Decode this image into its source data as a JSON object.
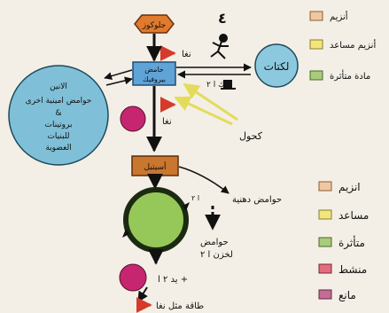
{
  "diagram": {
    "number": "٤",
    "glucose": "جلوكوز",
    "pyruvic_acid": [
      "حامض",
      "بيروفيك"
    ],
    "lactate": "لكتات",
    "nad": "نغا",
    "nadh2_a": "ك ا ٢",
    "nadh2_b": "يد ٢ ا +",
    "alcohol": "كحول",
    "acetyl": "أسيتيل",
    "fatty_acids": "حوامض دهنية",
    "fatty_acids_store": [
      "حوامض",
      "لخزن ا ٢"
    ],
    "left_circle": [
      "الانين",
      "حوامض امينية اخرى",
      "&",
      "بروتينات",
      "للبنيات",
      "العضوية"
    ],
    "nad_bottom": "طاقة مثل نغا",
    "co2": "ا ٢",
    "plus": "+",
    "sum": "٢ ا"
  },
  "legend_top": {
    "items": [
      {
        "label": "أنزيم",
        "color": "#f1c7a3"
      },
      {
        "label": "أنزيم مساعد",
        "color": "#f2e57b"
      },
      {
        "label": "مادة متأثرة",
        "color": "#a9cb7c"
      }
    ]
  },
  "legend_bottom": {
    "items": [
      {
        "label": "انزيم",
        "color": "#f1c7a3"
      },
      {
        "label": "مساعد",
        "color": "#f2e57b"
      },
      {
        "label": "متأثرة",
        "color": "#a9cb7c"
      },
      {
        "label": "منشط",
        "color": "#e36d7e"
      },
      {
        "label": "مانع",
        "color": "#c46b96"
      }
    ]
  },
  "colors": {
    "glucose_fill": "#e07a2c",
    "pyruvic_fill": "#5fa3d7",
    "lactate_fill": "#8cc9de",
    "big_circle_fill": "#7fc0d8",
    "acetyl_fill": "#c9762f",
    "krebs_fill": "#96c859",
    "magenta_fill": "#c6266f",
    "red_arrow": "#d63a2a",
    "yellow_arrow": "#e4db5b"
  }
}
